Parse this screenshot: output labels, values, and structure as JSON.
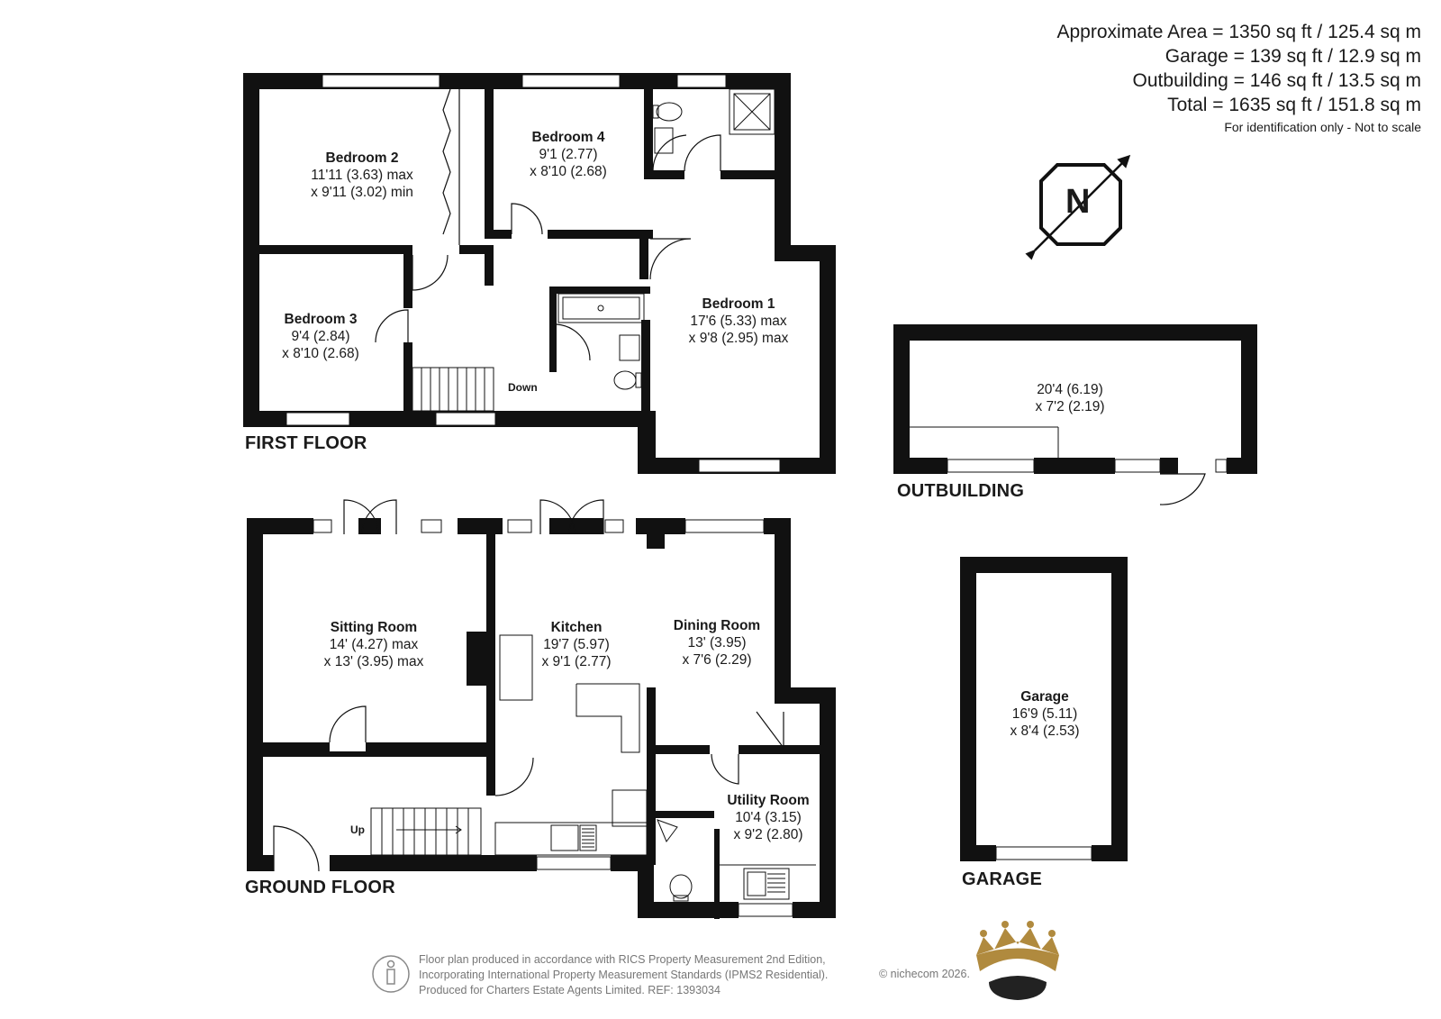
{
  "areas": {
    "approximate": "Approximate Area = 1350 sq ft / 125.4 sq m",
    "garage": "Garage = 139 sq ft / 12.9 sq m",
    "outbuilding": "Outbuilding = 146 sq ft / 13.5 sq m",
    "total": "Total = 1635 sq ft / 151.8 sq m",
    "note": "For identification only - Not to scale"
  },
  "compass": {
    "letter": "N",
    "icon": "north-arrow-icon"
  },
  "floors": {
    "first": "FIRST FLOOR",
    "ground": "GROUND FLOOR",
    "outbuilding": "OUTBUILDING",
    "garage": "GARAGE"
  },
  "rooms": {
    "bedroom2": {
      "name": "Bedroom 2",
      "dim1": "11'11 (3.63) max",
      "dim2": "x 9'11 (3.02) min"
    },
    "bedroom4": {
      "name": "Bedroom 4",
      "dim1": "9'1 (2.77)",
      "dim2": "x 8'10 (2.68)"
    },
    "bedroom3": {
      "name": "Bedroom 3",
      "dim1": "9'4 (2.84)",
      "dim2": "x 8'10 (2.68)"
    },
    "bedroom1": {
      "name": "Bedroom 1",
      "dim1": "17'6 (5.33) max",
      "dim2": "x 9'8 (2.95) max"
    },
    "outbuilding": {
      "dim1": "20'4 (6.19)",
      "dim2": "x 7'2 (2.19)"
    },
    "sitting": {
      "name": "Sitting Room",
      "dim1": "14' (4.27) max",
      "dim2": "x 13' (3.95) max"
    },
    "kitchen": {
      "name": "Kitchen",
      "dim1": "19'7 (5.97)",
      "dim2": "x 9'1 (2.77)"
    },
    "dining": {
      "name": "Dining Room",
      "dim1": "13' (3.95)",
      "dim2": "x 7'6 (2.29)"
    },
    "utility": {
      "name": "Utility Room",
      "dim1": "10'4 (3.15)",
      "dim2": "x 9'2 (2.80)"
    },
    "garage": {
      "name": "Garage",
      "dim1": "16'9 (5.11)",
      "dim2": "x 8'4 (2.53)"
    }
  },
  "stairs": {
    "down": "Down",
    "up": "Up"
  },
  "footer": {
    "line1": "Floor plan produced in accordance with RICS Property Measurement 2nd Edition,",
    "line2": "Incorporating International Property Measurement Standards (IPMS2 Residential).",
    "line3": "Produced for Charters Estate Agents Limited.   REF: 1393034",
    "copyright": "© nichecom 2026."
  },
  "colors": {
    "wall": "#111111",
    "gold": "#b08a3e",
    "grey": "#888888"
  }
}
